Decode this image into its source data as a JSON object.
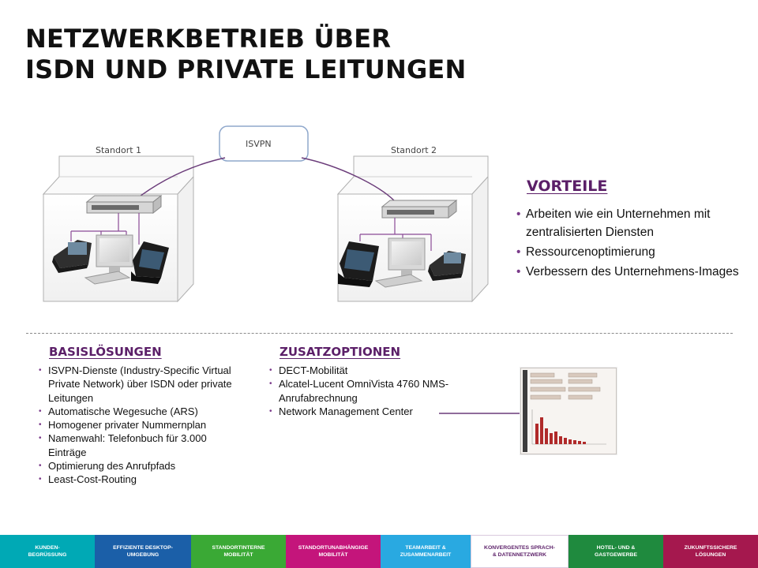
{
  "title": {
    "line1": "NETZWERKBETRIEB ÜBER",
    "line2": "ISDN UND PRIVATE LEITUNGEN"
  },
  "diagram": {
    "cloud_label": "ISVPN",
    "site1_label": "Standort 1",
    "site2_label": "Standort 2"
  },
  "vorteile": {
    "heading": "VORTEILE",
    "items": [
      "Arbeiten wie ein Unternehmen mit zentralisierten Diensten",
      "Ressourcenoptimierung",
      "Verbessern des Unternehmens-Images"
    ]
  },
  "basis": {
    "heading": "BASISLÖSUNGEN",
    "items": [
      "ISVPN-Dienste (Industry-Specific Virtual Private Network) über ISDN oder private Leitungen",
      "Automatische Wegesuche (ARS)",
      "Homogener privater Nummernplan",
      "Namenwahl: Telefonbuch für 3.000 Einträge",
      "Optimierung des Anrufpfads",
      "Least-Cost-Routing"
    ]
  },
  "zusatz": {
    "heading": "ZUSATZOPTIONEN",
    "items": [
      "DECT-Mobilität",
      "Alcatel-Lucent OmniVista 4760 NMS-Anrufabrechnung",
      "Network Management Center"
    ]
  },
  "nav": [
    {
      "line1": "KUNDEN-",
      "line2": "BEGRÜSSUNG",
      "color": "#00a9b5"
    },
    {
      "line1": "EFFIZIENTE DESKTOP-",
      "line2": "UMGEBUNG",
      "color": "#1b5fa8"
    },
    {
      "line1": "STANDORTINTERNE",
      "line2": "MOBILITÄT",
      "color": "#3aa935"
    },
    {
      "line1": "STANDORTUNABHÄNGIGE",
      "line2": "MOBILITÄT",
      "color": "#c4157b"
    },
    {
      "line1": "TEAMARBEIT &",
      "line2": "ZUSAMMENARBEIT",
      "color": "#29a9e1"
    },
    {
      "line1": "KONVERGENTES SPRACH-",
      "line2": "& DATENNETZWERK",
      "color": "#6a2c7f"
    },
    {
      "line1": "HOTEL- UND &",
      "line2": "GASTGEWERBE",
      "color": "#1f8a3e"
    },
    {
      "line1": "ZUKUNFTSSICHERE",
      "line2": "LÖSUNGEN",
      "color": "#a5184e"
    }
  ],
  "colors": {
    "accent": "#5b1f68",
    "link_line": "#6b3c7a"
  }
}
